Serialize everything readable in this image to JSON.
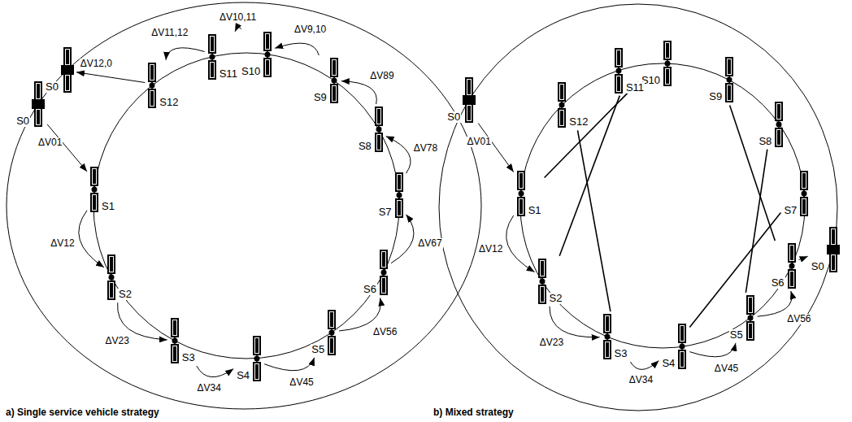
{
  "diagram": {
    "nodes": [
      {
        "text": [
          "S0"
        ]
      },
      {
        "text": [
          "S0"
        ]
      },
      {
        "text": [
          "S1"
        ]
      },
      {
        "text": [
          "S2"
        ]
      },
      {
        "text": [
          "S3"
        ]
      },
      {
        "text": [
          "S4"
        ]
      },
      {
        "text": [
          "S5"
        ]
      },
      {
        "text": [
          "S6"
        ]
      },
      {
        "text": [
          "S7"
        ]
      },
      {
        "text": [
          "S8"
        ]
      },
      {
        "text": [
          "S9"
        ]
      },
      {
        "text": [
          "S10"
        ]
      },
      {
        "text": [
          "S11"
        ]
      },
      {
        "text": [
          "S12"
        ]
      },
      {
        "text": [
          "S0"
        ]
      },
      {
        "text": [
          "S1"
        ]
      },
      {
        "text": [
          "S2"
        ]
      },
      {
        "text": [
          "S3"
        ]
      },
      {
        "text": [
          "S4"
        ]
      },
      {
        "text": [
          "S5"
        ]
      },
      {
        "text": [
          "S6"
        ]
      },
      {
        "text": [
          "S7"
        ]
      },
      {
        "text": [
          "S8"
        ]
      },
      {
        "text": [
          "S9"
        ]
      },
      {
        "text": [
          "S10"
        ]
      },
      {
        "text": [
          "S11"
        ]
      },
      {
        "text": [
          "S12"
        ]
      },
      {
        "text": [
          "S0"
        ]
      }
    ],
    "edges": [
      {
        "from": 1,
        "to": 2,
        "arrow": "to",
        "label": "ΔV01"
      },
      {
        "from": 2,
        "to": 3,
        "arrow": "to",
        "label": "ΔV12"
      },
      {
        "from": 3,
        "to": 4,
        "arrow": "to",
        "label": "ΔV23"
      },
      {
        "from": 4,
        "to": 5,
        "arrow": "to",
        "label": "ΔV34"
      },
      {
        "from": 5,
        "to": 6,
        "arrow": "to",
        "label": "ΔV45"
      },
      {
        "from": 6,
        "to": 7,
        "arrow": "to",
        "label": "ΔV56"
      },
      {
        "from": 7,
        "to": 8,
        "arrow": "to",
        "label": "ΔV67"
      },
      {
        "from": 8,
        "to": 9,
        "arrow": "to",
        "label": "ΔV78"
      },
      {
        "from": 9,
        "to": 10,
        "arrow": "to",
        "label": "ΔV89"
      },
      {
        "from": 10,
        "to": 11,
        "arrow": "to",
        "label": "ΔV9,10"
      },
      {
        "from": 11,
        "to": 12,
        "arrow": "to",
        "label": "ΔV10,11"
      },
      {
        "from": 12,
        "to": 13,
        "arrow": "to",
        "label": "ΔV11,12"
      },
      {
        "from": 13,
        "to": 0,
        "arrow": "to",
        "label": "ΔV12,0"
      },
      {
        "from": 14,
        "to": 15,
        "arrow": "to",
        "label": "ΔV01"
      },
      {
        "from": 15,
        "to": 16,
        "arrow": "to",
        "label": "ΔV12"
      },
      {
        "from": 16,
        "to": 17,
        "arrow": "to",
        "label": "ΔV23"
      },
      {
        "from": 17,
        "to": 18,
        "arrow": "to",
        "label": "ΔV34"
      },
      {
        "from": 18,
        "to": 19,
        "arrow": "to",
        "label": "ΔV45"
      },
      {
        "from": 19,
        "to": 20,
        "arrow": "to",
        "label": "ΔV56"
      },
      {
        "from": 20,
        "to": 27,
        "arrow": "to"
      },
      {
        "from": 15,
        "to": 24,
        "arrow": "none"
      },
      {
        "from": 16,
        "to": 25,
        "arrow": "none"
      },
      {
        "from": 26,
        "to": 17,
        "arrow": "none"
      },
      {
        "from": 23,
        "to": 20,
        "arrow": "none"
      },
      {
        "from": 22,
        "to": 19,
        "arrow": "none"
      },
      {
        "from": 18,
        "to": 21,
        "arrow": "none"
      }
    ],
    "labels": [
      "a) Single service vehicle strategy",
      "b) Mixed strategy"
    ]
  }
}
